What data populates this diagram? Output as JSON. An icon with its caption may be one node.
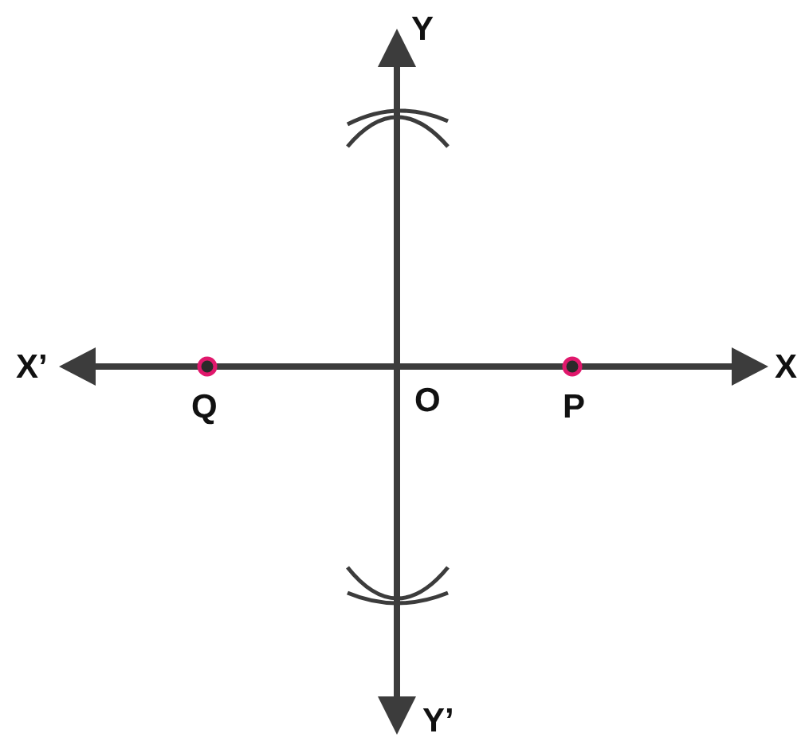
{
  "diagram": {
    "labels": [
      "Y",
      "X’",
      "X",
      "Q",
      "O",
      "P",
      "Y’"
    ]
  }
}
